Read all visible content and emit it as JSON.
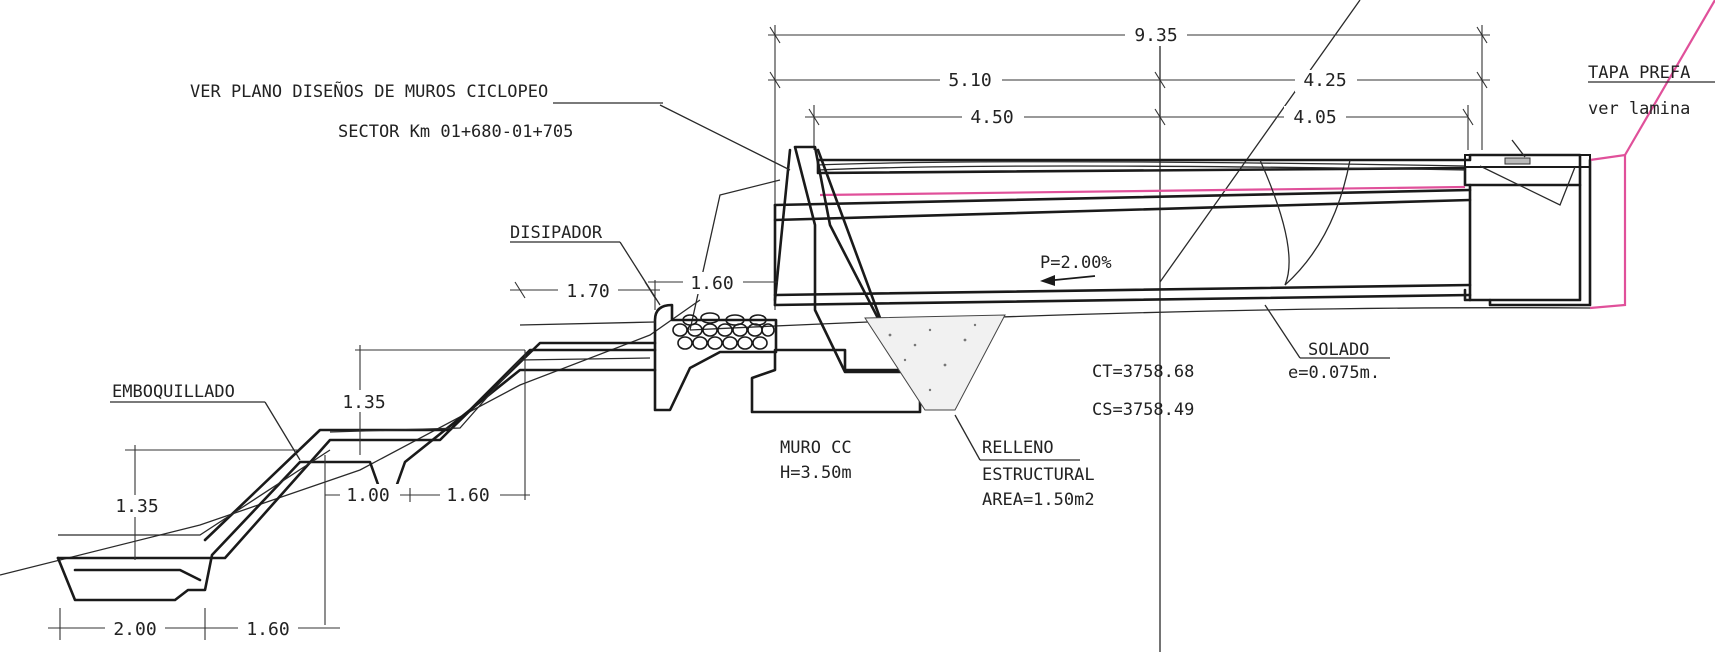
{
  "title": "",
  "notes": {
    "muros_ref_1": "VER PLANO DISEÑOS DE MUROS CICLOPEO",
    "muros_ref_2": "SECTOR Km 01+680-01+705",
    "disipador": "DISIPADOR",
    "emboquillado": "EMBOQUILLADO",
    "muro_cc_1": "MURO CC",
    "muro_cc_2": "H=3.50m",
    "relleno_1": "RELLENO",
    "relleno_2": "ESTRUCTURAL",
    "relleno_3": "AREA=1.50m2",
    "slope": "P=2.00%",
    "ct": "CT=3758.68",
    "cs": "CS=3758.49",
    "solado_1": "SOLADO",
    "solado_2": "e=0.075m.",
    "tapa_1": "TAPA PREFA",
    "tapa_2": "ver lamina"
  },
  "dimensions": {
    "total": "9.35",
    "span_left": "5.10",
    "span_right": "4.25",
    "inner_left": "4.50",
    "inner_right": "4.05",
    "disipador_len": "1.70",
    "muro_top": "1.60",
    "step_h1": "1.35",
    "step_h2": "1.35",
    "step_w1": "1.00",
    "step_w2": "1.60",
    "base_w": "2.00",
    "base_w2": "1.60"
  }
}
